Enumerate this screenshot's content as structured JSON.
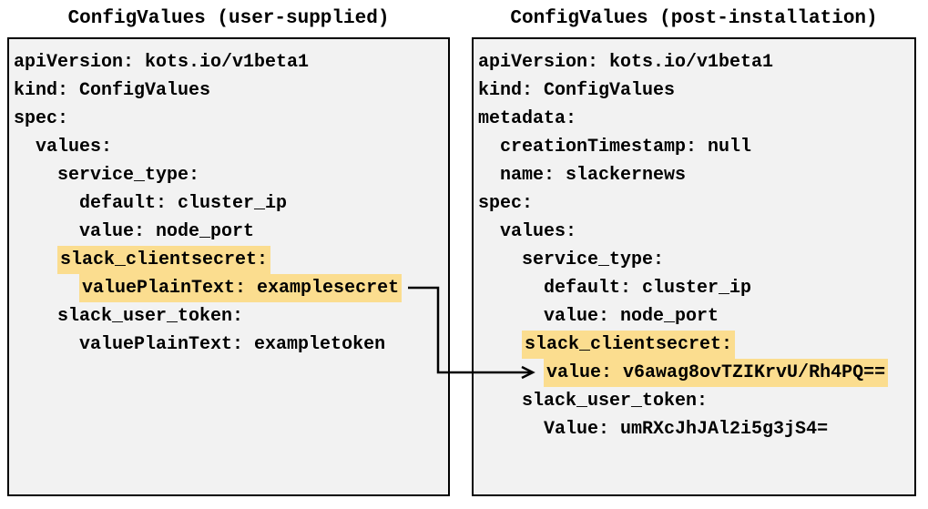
{
  "panels": [
    {
      "title": "ConfigValues (user-supplied)",
      "lines": [
        {
          "indent": "",
          "text": "apiVersion: kots.io/v1beta1",
          "highlight": false
        },
        {
          "indent": "",
          "text": "kind: ConfigValues",
          "highlight": false
        },
        {
          "indent": "",
          "text": "spec:",
          "highlight": false
        },
        {
          "indent": "  ",
          "text": "values:",
          "highlight": false
        },
        {
          "indent": "    ",
          "text": "service_type:",
          "highlight": false
        },
        {
          "indent": "      ",
          "text": "default: cluster_ip",
          "highlight": false
        },
        {
          "indent": "      ",
          "text": "value: node_port",
          "highlight": false
        },
        {
          "indent": "    ",
          "text": "slack_clientsecret:",
          "highlight": true
        },
        {
          "indent": "      ",
          "text": "valuePlainText: examplesecret",
          "highlight": true
        },
        {
          "indent": "    ",
          "text": "slack_user_token:",
          "highlight": false
        },
        {
          "indent": "      ",
          "text": "valuePlainText: exampletoken",
          "highlight": false
        }
      ]
    },
    {
      "title": "ConfigValues (post-installation)",
      "lines": [
        {
          "indent": "",
          "text": "apiVersion: kots.io/v1beta1",
          "highlight": false
        },
        {
          "indent": "",
          "text": "kind: ConfigValues",
          "highlight": false
        },
        {
          "indent": "",
          "text": "metadata:",
          "highlight": false
        },
        {
          "indent": "  ",
          "text": "creationTimestamp: null",
          "highlight": false
        },
        {
          "indent": "  ",
          "text": "name: slackernews",
          "highlight": false
        },
        {
          "indent": "",
          "text": "spec:",
          "highlight": false
        },
        {
          "indent": "  ",
          "text": "values:",
          "highlight": false
        },
        {
          "indent": "    ",
          "text": "service_type:",
          "highlight": false
        },
        {
          "indent": "      ",
          "text": "default: cluster_ip",
          "highlight": false
        },
        {
          "indent": "      ",
          "text": "value: node_port",
          "highlight": false
        },
        {
          "indent": "    ",
          "text": "slack_clientsecret:",
          "highlight": true
        },
        {
          "indent": "      ",
          "text": "value: v6awag8ovTZIKrvU/Rh4PQ==",
          "highlight": true
        },
        {
          "indent": "    ",
          "text": "slack_user_token:",
          "highlight": false
        },
        {
          "indent": "      ",
          "text": "Value: umRXcJhJAl2i5g3jS4=",
          "highlight": false
        }
      ]
    }
  ],
  "arrow": {
    "from": "valuePlainText: examplesecret",
    "to": "value: v6awag8ovTZIKrvU/Rh4PQ=="
  },
  "colors": {
    "highlight": "#fbdd8f",
    "panel_bg": "#f2f2f2",
    "border": "#000000",
    "text": "#000000",
    "page_bg": "#ffffff"
  }
}
